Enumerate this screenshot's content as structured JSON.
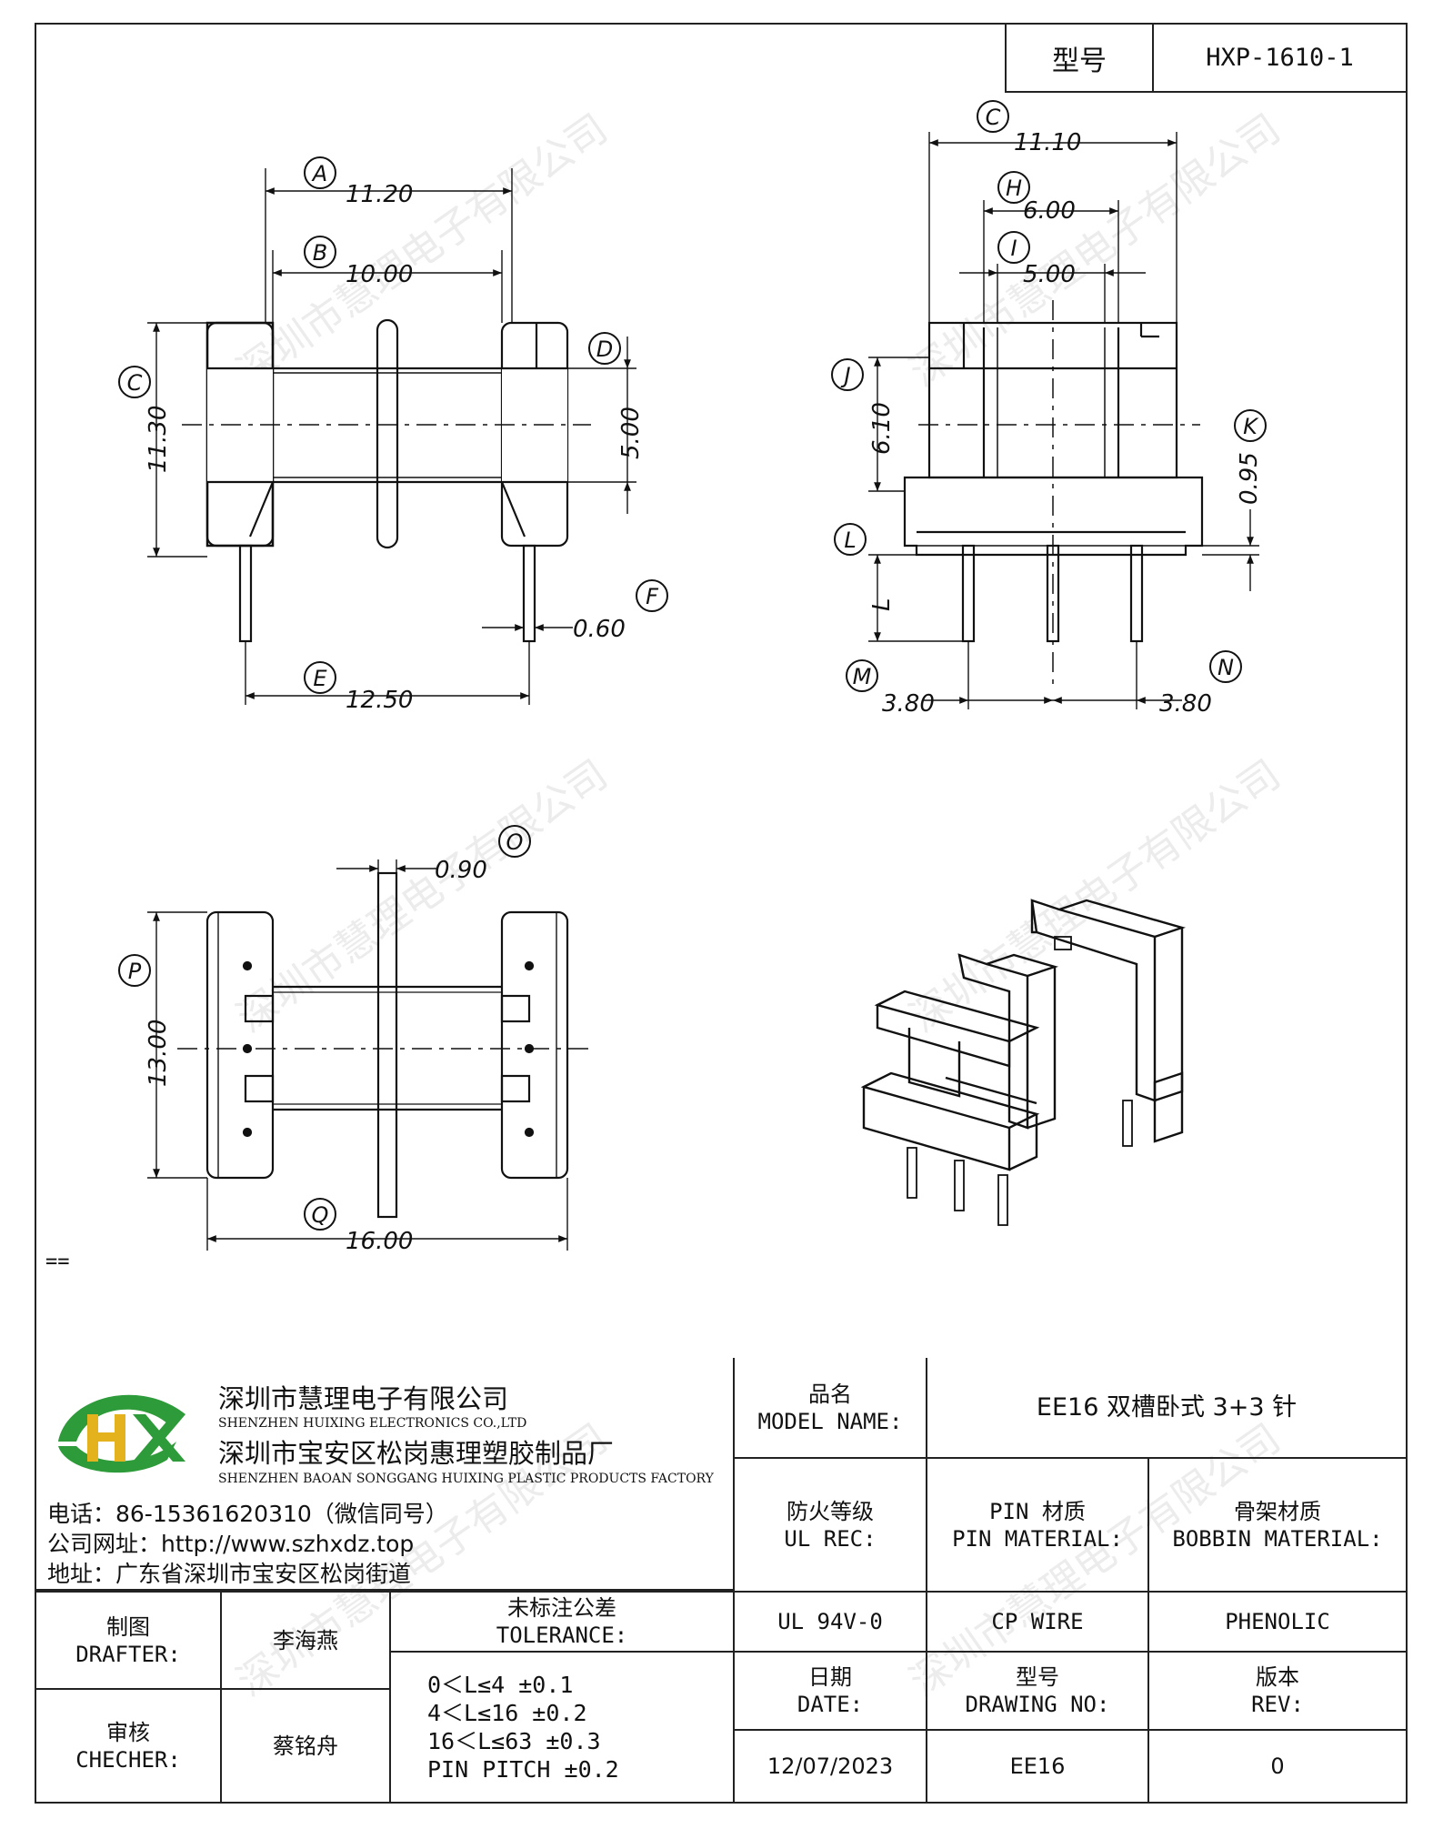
{
  "header": {
    "model_label": "型号",
    "model_value": "HXP-1610-1"
  },
  "dimensions": {
    "A": "11.20",
    "B": "10.00",
    "C_side": "11.30",
    "D": "5.00",
    "F": "0.60",
    "E": "12.50",
    "C_top": "11.10",
    "H": "6.00",
    "I": "5.00",
    "J": "6.10",
    "K": "0.95",
    "L": "L",
    "M": "3.80",
    "N": "3.80",
    "O": "0.90",
    "P": "13.00",
    "Q": "16.00"
  },
  "circle_labels": [
    "A",
    "B",
    "C",
    "D",
    "E",
    "F",
    "C",
    "H",
    "I",
    "J",
    "K",
    "L",
    "M",
    "N",
    "O",
    "P",
    "Q"
  ],
  "marks": {
    "equals": "=="
  },
  "watermark": "深圳市慧理电子有限公司",
  "company": {
    "name_cn": "深圳市慧理电子有限公司",
    "name_en": "SHENZHEN HUIXING ELECTRONICS CO.,LTD",
    "factory_cn": "深圳市宝安区松岗惠理塑胶制品厂",
    "factory_en": "SHENZHEN BAOAN SONGGANG HUIXING PLASTIC PRODUCTS FACTORY",
    "phone": "电话：86-15361620310（微信同号）",
    "website": "公司网址：http://www.szhxdz.top",
    "address": "地址：广东省深圳市宝安区松岗街道",
    "logo_text": "HX",
    "colors": {
      "logo_green": "#2e9b3a",
      "logo_yellow": "#e3b21c"
    }
  },
  "title_block": {
    "model_name_cn": "品名",
    "model_name_en": "MODEL NAME:",
    "model_name_value": "EE16 双槽卧式 3+3 针",
    "ul_cn": "防火等级",
    "ul_en": "UL REC:",
    "pin_cn": "PIN 材质",
    "pin_en": "PIN MATERIAL:",
    "bobbin_cn": "骨架材质",
    "bobbin_en": "BOBBIN MATERIAL:",
    "ul_value": "UL 94V-0",
    "pin_value": "CP WIRE",
    "bobbin_value": "PHENOLIC",
    "drafter_cn": "制图",
    "drafter_en": "DRAFTER:",
    "drafter_name": "李海燕",
    "checker_cn": "审核",
    "checker_en": "CHECHER:",
    "checker_name": "蔡铭舟",
    "tolerance_cn": "未标注公差",
    "tolerance_en": "TOLERANCE:",
    "tolerances": [
      "0＜L≤4  ±0.1",
      "4＜L≤16 ±0.2",
      "16＜L≤63 ±0.3",
      "PIN PITCH ±0.2"
    ],
    "date_cn": "日期",
    "date_en": "DATE:",
    "date_value": "12/07/2023",
    "drawing_cn": "型号",
    "drawing_en": "DRAWING NO:",
    "drawing_value": "EE16",
    "rev_cn": "版本",
    "rev_en": "REV:",
    "rev_value": "0"
  }
}
